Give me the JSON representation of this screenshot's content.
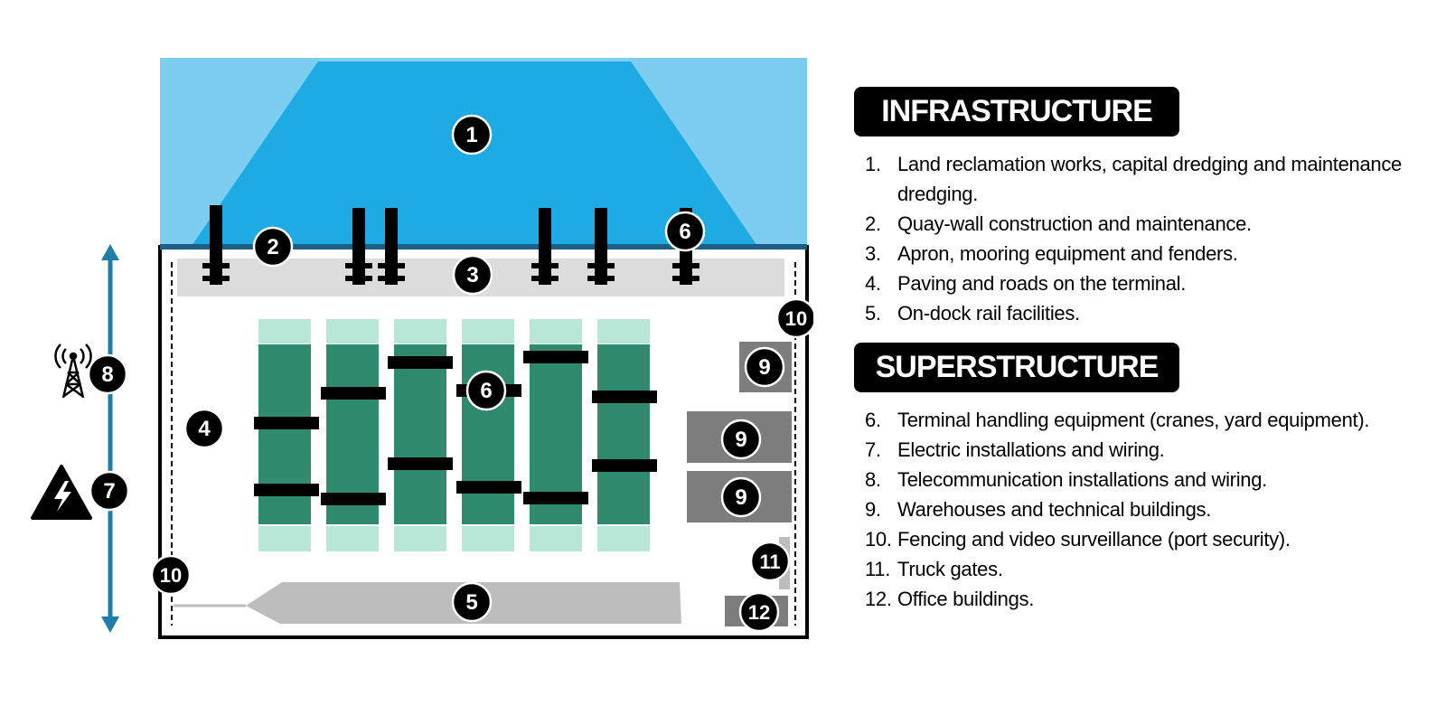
{
  "colors": {
    "sea_light": "#7dcdf0",
    "sea_dark": "#1eaae2",
    "quay_line": "#1c5f86",
    "apron": "#dcdcdc",
    "yard_stack": "#2f8a6e",
    "yard_end": "#b8e6d7",
    "building": "#7d7d7d",
    "rail": "#bdbdbd",
    "arrow": "#1f7ea8"
  },
  "diagram": {
    "labels": {
      "sea": "1",
      "quay_wall": "2",
      "apron": "3",
      "paving": "4",
      "rail": "5",
      "equipment_top": "6",
      "equipment_yard": "6",
      "electric": "7",
      "telecom": "8",
      "warehouse_small": "9",
      "warehouse_mid": "9",
      "warehouse_low": "9",
      "fence_right": "10",
      "fence_left": "10",
      "truck_gate": "11",
      "office": "12"
    },
    "icons": [
      "telecom-tower-icon",
      "electric-warning-icon"
    ]
  },
  "infrastructure": {
    "heading": "INFRASTRUCTURE",
    "items": [
      {
        "num": "1.",
        "text": "Land reclamation works, capital dredging and maintenance dredging."
      },
      {
        "num": "2.",
        "text": "Quay-wall construction and maintenance."
      },
      {
        "num": "3.",
        "text": "Apron, mooring equipment and fenders."
      },
      {
        "num": "4.",
        "text": "Paving and roads on the terminal."
      },
      {
        "num": "5.",
        "text": "On-dock rail facilities."
      }
    ]
  },
  "superstructure": {
    "heading": "SUPERSTRUCTURE",
    "items": [
      {
        "num": "6.",
        "text": "Terminal handling equipment (cranes, yard equipment)."
      },
      {
        "num": "7.",
        "text": "Electric installations and wiring."
      },
      {
        "num": "8.",
        "text": "Telecommunication installations and wiring."
      },
      {
        "num": "9.",
        "text": "Warehouses and technical buildings."
      },
      {
        "num": "10.",
        "text": "Fencing and video surveillance (port security)."
      },
      {
        "num": "11.",
        "text": "Truck gates."
      },
      {
        "num": "12.",
        "text": "Office buildings."
      }
    ]
  }
}
